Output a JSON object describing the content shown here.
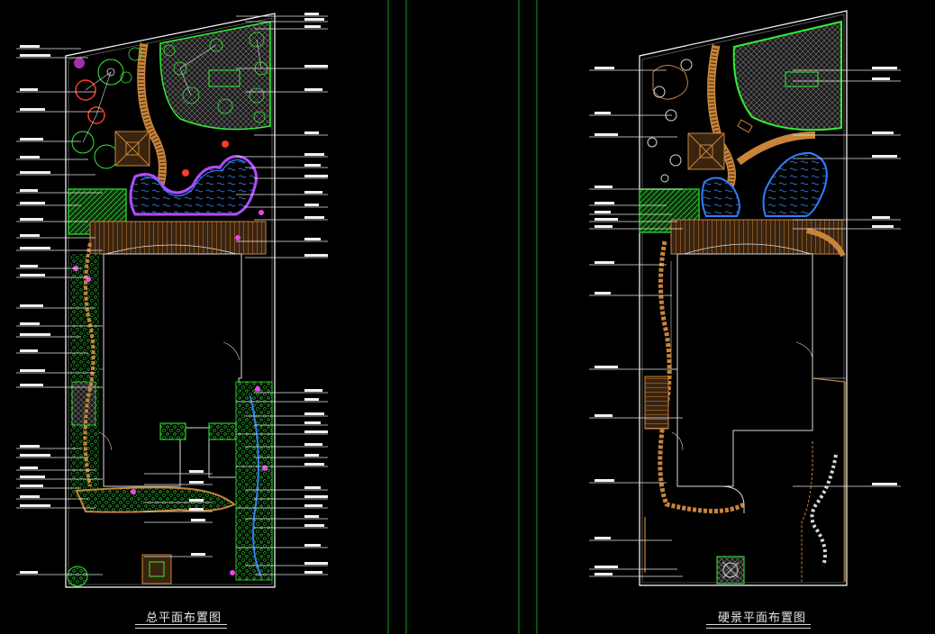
{
  "drawing_titles": {
    "left": "总平面布置图",
    "right": "硬景平面布置图"
  },
  "colors": {
    "background": "#000000",
    "outline": "#ffffff",
    "lawn": "#22c02a",
    "plants": "#33ee33",
    "paving": "#c8843a",
    "water": "#2f7fff",
    "flowers_red": "#ff3a2a",
    "flowers_magenta": "#ee44ee",
    "pond_border": "#b04bff",
    "sheet_divider": "#1aa01a"
  },
  "icons": {
    "leader_label_blocks": "white-rect",
    "tree_symbols": "circle-with-spokes",
    "pavilion": "square-with-diagonals"
  }
}
